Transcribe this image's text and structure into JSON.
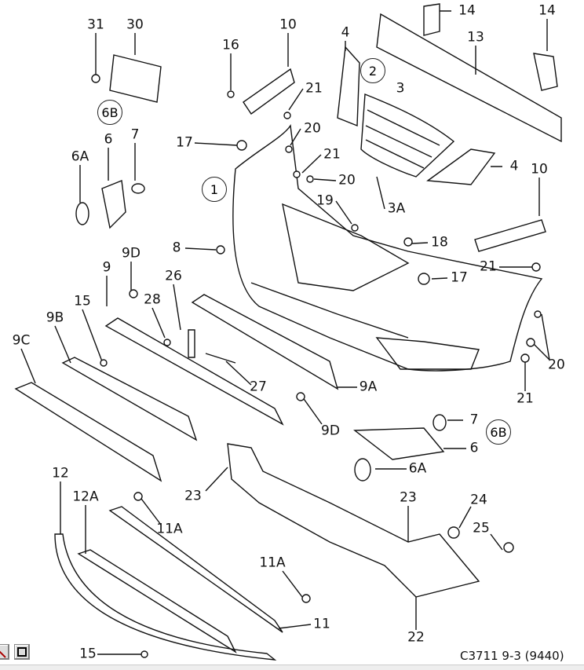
{
  "diagram": {
    "labels": [
      "31",
      "30",
      "10",
      "16",
      "4",
      "14",
      "14",
      "13",
      "21",
      "20",
      "17",
      "21",
      "20",
      "6",
      "7",
      "6A",
      "3",
      "4",
      "10",
      "19",
      "3A",
      "18",
      "8",
      "9D",
      "9",
      "26",
      "17",
      "21",
      "15",
      "28",
      "9B",
      "9C",
      "20",
      "27",
      "9A",
      "21",
      "9D",
      "7",
      "6",
      "6A",
      "12",
      "23",
      "23",
      "24",
      "12A",
      "11A",
      "25",
      "11A",
      "11",
      "22",
      "15"
    ],
    "circled_labels": [
      "2",
      "6B",
      "1",
      "6B"
    ],
    "caption": "C3711 9-3 (9440)"
  },
  "toolbar": {
    "buttons": [
      "zoom-tool",
      "fit-view"
    ]
  }
}
